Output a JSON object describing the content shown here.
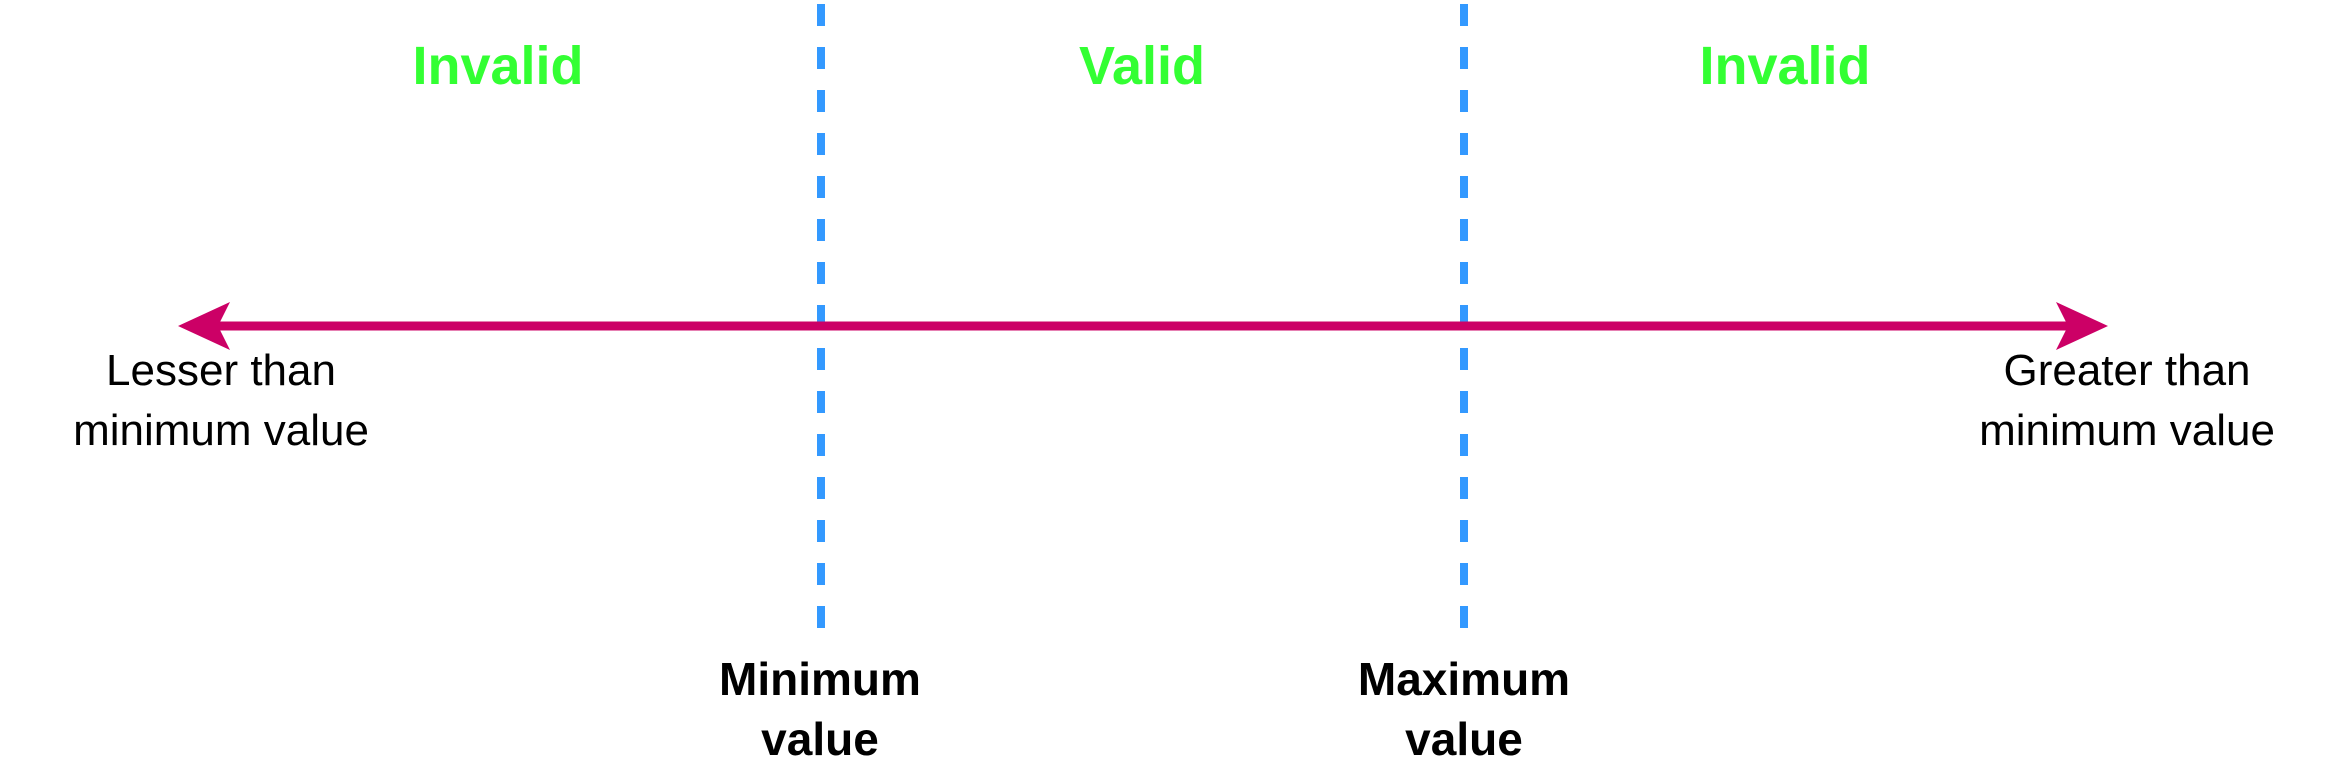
{
  "colors": {
    "zone_label": "#33ff33",
    "arrow": "#cc0066",
    "boundary_line": "#3399ff",
    "text": "#000000",
    "background": "#ffffff"
  },
  "zones": [
    {
      "label": "Invalid"
    },
    {
      "label": "Valid"
    },
    {
      "label": "Invalid"
    }
  ],
  "axis": {
    "left_end": {
      "line1": "Lesser than",
      "line2": "minimum value"
    },
    "right_end": {
      "line1": "Greater than",
      "line2": "minimum value"
    }
  },
  "boundaries": [
    {
      "line1": "Minimum",
      "line2": "value"
    },
    {
      "line1": "Maximum",
      "line2": "value"
    }
  ]
}
